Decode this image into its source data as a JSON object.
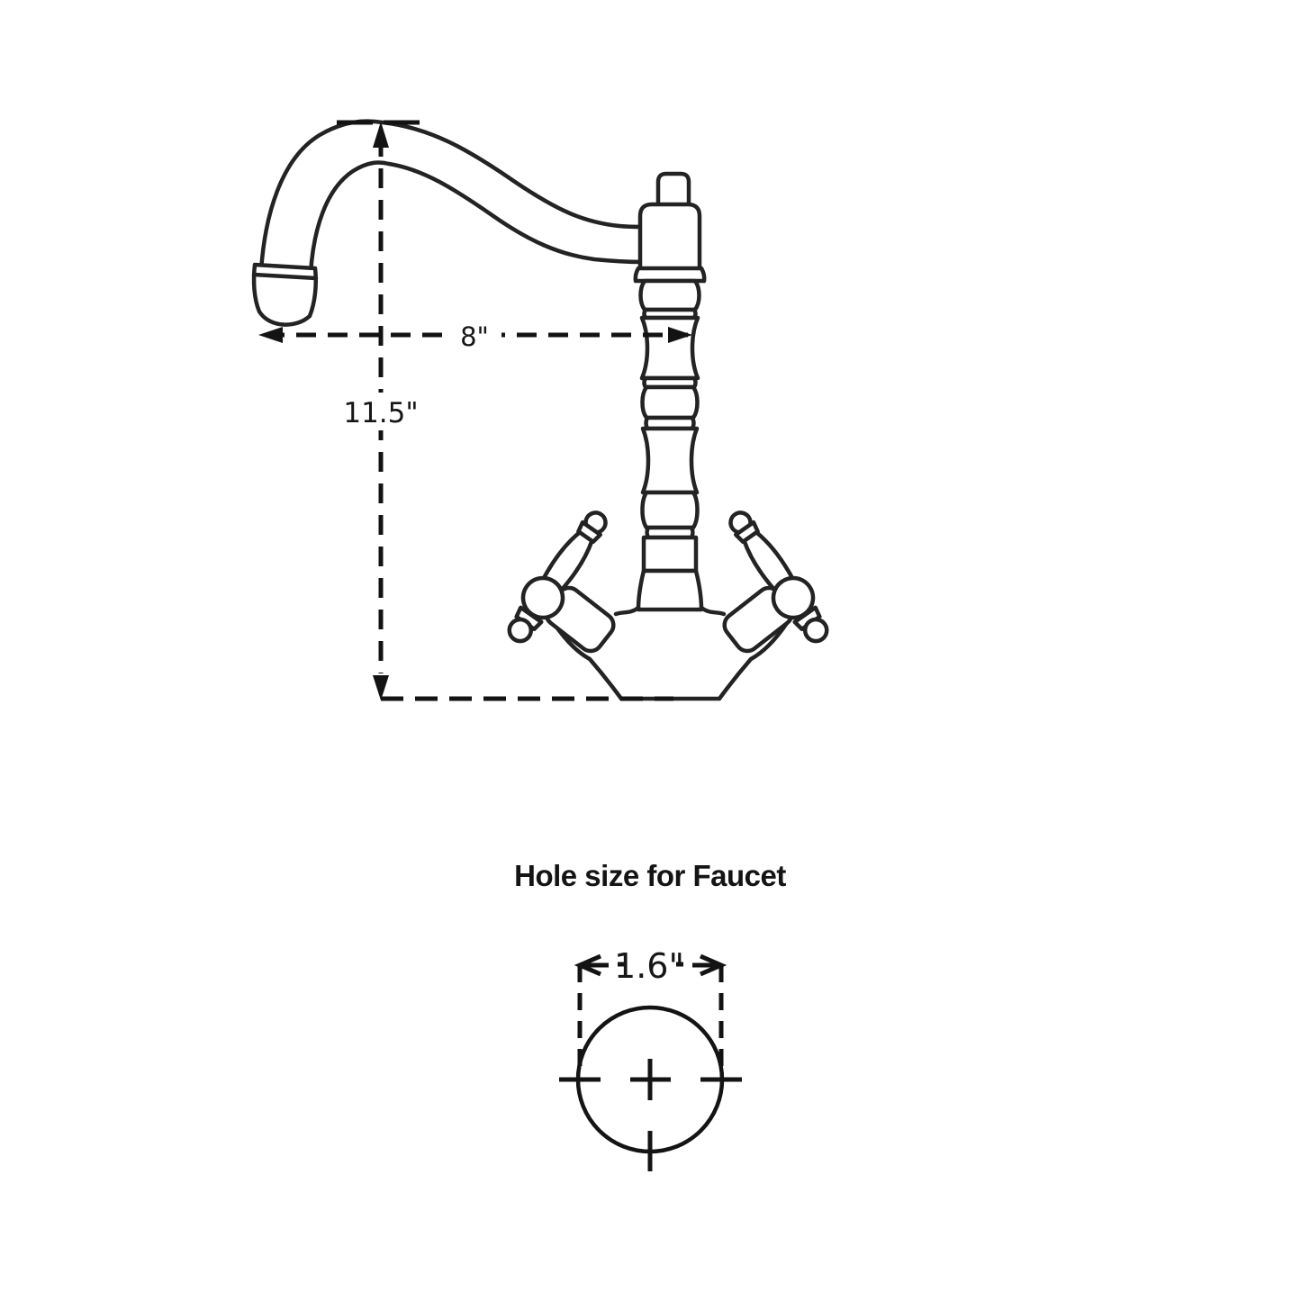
{
  "canvas": {
    "background": "#ffffff",
    "drawing_line_color": "#232323",
    "dimension_line_color": "#131313"
  },
  "faucet_view": {
    "reach_dimension": "8\"",
    "height_dimension": "11.5\""
  },
  "hole_view": {
    "title": "Hole size for Faucet",
    "diameter_dimension": "1.6\""
  }
}
